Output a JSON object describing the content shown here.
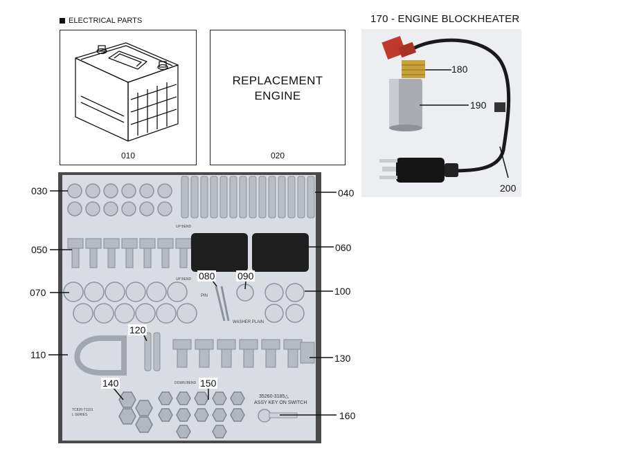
{
  "header": {
    "section_title": "ELECTRICAL PARTS"
  },
  "parts_boxes": [
    {
      "number": "010"
    },
    {
      "number": "020",
      "text_line1": "REPLACEMENT",
      "text_line2": "ENGINE"
    }
  ],
  "blockheater": {
    "title": "170 - ENGINE BLOCKHEATER",
    "callouts": [
      "180",
      "190",
      "200"
    ]
  },
  "hardware_kit": {
    "callouts": [
      "030",
      "040",
      "050",
      "060",
      "070",
      "080",
      "090",
      "100",
      "110",
      "120",
      "130",
      "140",
      "150",
      "160"
    ],
    "printed_labels": {
      "up_bend_1": "UP BEND",
      "up_bend_2": "UP BEND",
      "down_bend": "DOWN BEND",
      "key_switch_line1": "35260-3185△",
      "key_switch_line2": "ASSY KEY ON SWITCH",
      "washer_plain": "WASHER PLAIN",
      "pin": "PIN",
      "series_line1": "TC820-T1101",
      "series_line2": "L SERIES"
    }
  },
  "colors": {
    "board_bg": "#d9dce2",
    "metal": "#b9bec6",
    "background_dark": "#4a4a4a"
  }
}
